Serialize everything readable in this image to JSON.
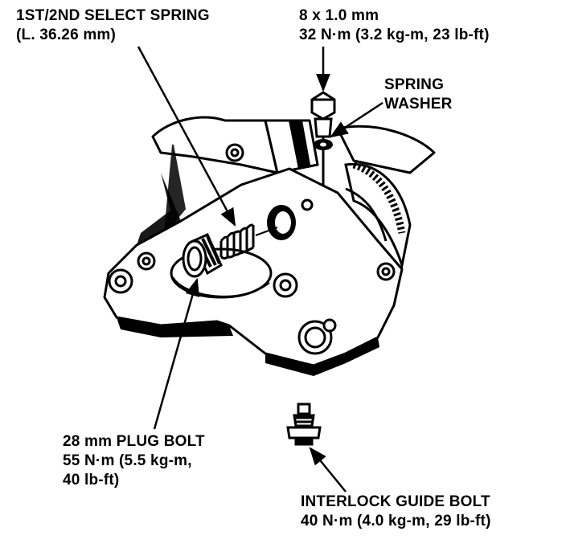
{
  "colors": {
    "ink": "#000000",
    "paper": "#ffffff",
    "shadow": "#d8d8d8"
  },
  "callouts": {
    "select_spring": {
      "line1": "1ST/2ND SELECT SPRING",
      "line2": "(L. 36.26 mm)"
    },
    "mount_bolt": {
      "line1": "8 x 1.0 mm",
      "line2": "32 N·m (3.2 kg-m, 23 lb-ft)"
    },
    "spring_washer": {
      "line1": "SPRING",
      "line2": "WASHER"
    },
    "plug_bolt": {
      "line1": "28 mm PLUG BOLT",
      "line2": "55 N·m (5.5 kg-m,",
      "line3": "40 lb-ft)"
    },
    "guide_bolt": {
      "line1": "INTERLOCK GUIDE BOLT",
      "line2": "40 N·m (4.0 kg-m, 29 lb-ft)"
    }
  }
}
